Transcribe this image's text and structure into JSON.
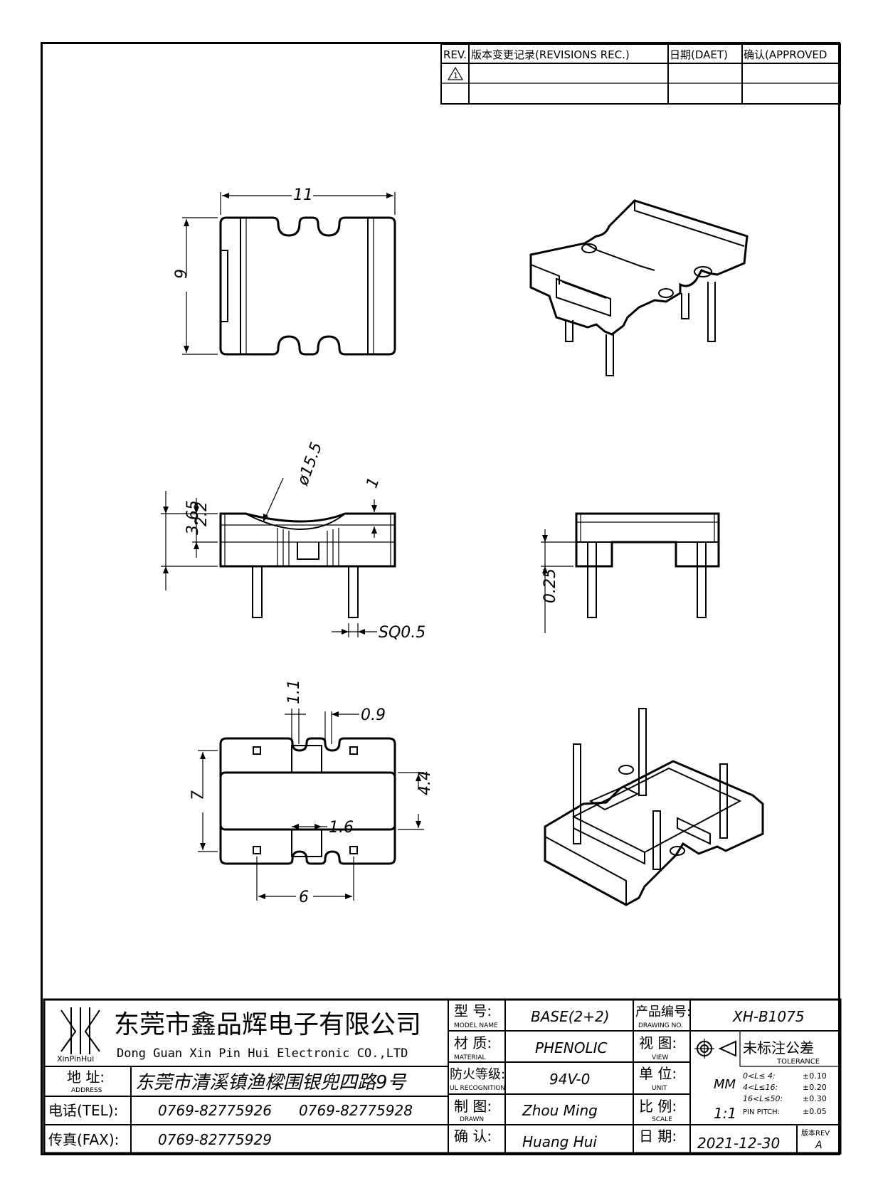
{
  "revision_table": {
    "headers": [
      "REV.",
      "版本变更记录(REVISIONS REC.)",
      "日期(DAET)",
      "确认(APPROVED"
    ],
    "rows": [
      [
        "1",
        "",
        "",
        ""
      ],
      [
        "",
        "",
        "",
        ""
      ]
    ]
  },
  "dimensions": {
    "top_width": "11",
    "top_height": "9",
    "radius": "ø15.5",
    "side_depth": "1",
    "side_total_h": "3.65",
    "side_inner_h": "2.2",
    "pin_sq": "SQ0.5",
    "end_offset": "0.25",
    "bottom_slot": "1.1",
    "bottom_pin_gap": "0.9",
    "bottom_center": "1.6",
    "bottom_height": "7",
    "bottom_inner_h": "4.4",
    "bottom_pin_span": "6"
  },
  "title_block": {
    "company_cn": "东莞市鑫品辉电子有限公司",
    "company_en": "Dong Guan Xin Pin Hui Electronic CO.,LTD",
    "logo_text": "XinPinHui",
    "address_label_cn": "地 址:",
    "address_label_en": "ADDRESS",
    "address_value": "东莞市清溪镇渔樑围银兜四路9号",
    "tel_label": "电话(TEL):",
    "tel_value_1": "0769-82775926",
    "tel_value_2": "0769-82775928",
    "fax_label": "传真(FAX):",
    "fax_value": "0769-82775929",
    "model_label_cn": "型 号:",
    "model_label_en": "MODEL NAME",
    "model_value": "BASE(2+2)",
    "material_label_cn": "材 质:",
    "material_label_en": "MATERIAL",
    "material_value": "PHENOLIC",
    "ul_label_cn": "防火等级:",
    "ul_label_en": "UL RECOGNITION",
    "ul_value": "94V-0",
    "drawn_label_cn": "制 图:",
    "drawn_label_en": "DRAWN",
    "drawn_value": "Zhou Ming",
    "confirm_label_cn": "确 认:",
    "confirm_value": "Huang Hui",
    "drawing_no_label_cn": "产品编号:",
    "drawing_no_label_en": "DRAWING NO.",
    "drawing_no_value": "XH-B1075",
    "view_label_cn": "视 图:",
    "view_label_en": "VIEW",
    "unit_label_cn": "单 位:",
    "unit_label_en": "UNIT",
    "unit_value": "MM",
    "scale_label_cn": "比 例:",
    "scale_label_en": "SCALE",
    "scale_value": "1:1",
    "date_label_cn": "日 期:",
    "date_value": "2021-12-30",
    "tolerance_cn": "未标注公差",
    "tolerance_en": "TOLERANCE",
    "tol_rows": [
      [
        "0<L≤ 4:",
        "±0.10"
      ],
      [
        "4<L≤16:",
        "±0.20"
      ],
      [
        "16<L≤50:",
        "±0.30"
      ],
      [
        "PIN PITCH:",
        "±0.05"
      ]
    ],
    "version_label": "版本REV",
    "version_value": "A"
  }
}
